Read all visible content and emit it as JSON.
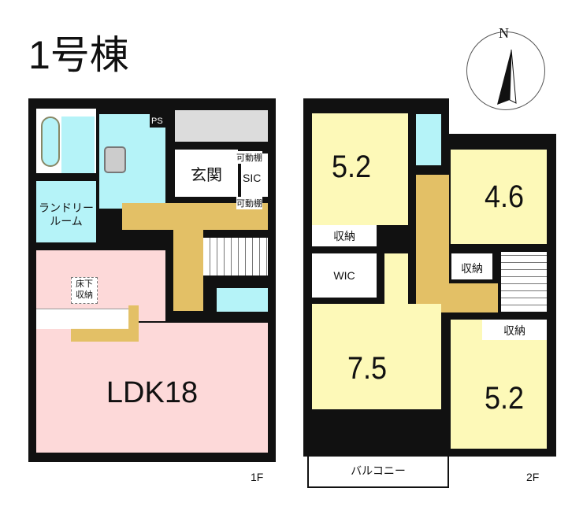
{
  "title": "1号棟",
  "compass": {
    "label": "N"
  },
  "floor1": {
    "label": "1F",
    "rooms": {
      "ps": "PS",
      "entrance": "玄関",
      "sic": "SIC",
      "shelf_top": "可動棚",
      "shelf_bottom": "可動棚",
      "laundry_line1": "ランドリー",
      "laundry_line2": "ルーム",
      "underfloor_line1": "床下",
      "underfloor_line2": "収納",
      "ldk": "LDK18"
    }
  },
  "floor2": {
    "label": "2F",
    "rooms": {
      "room_nw": "5.2",
      "room_ne": "4.6",
      "room_sw": "7.5",
      "room_se": "5.2",
      "storage_nw": "収納",
      "storage_ne": "収納",
      "storage_se": "収納",
      "wic": "WIC",
      "balcony": "バルコニー"
    }
  }
}
